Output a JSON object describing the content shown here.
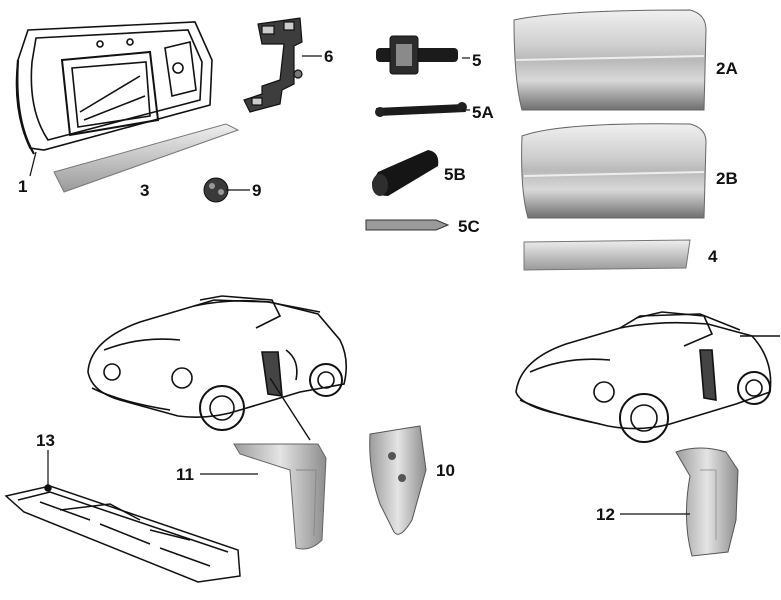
{
  "parts": [
    {
      "id": "door-shell",
      "label": "1"
    },
    {
      "id": "door-skin-a",
      "label": "2A"
    },
    {
      "id": "door-skin-b",
      "label": "2B"
    },
    {
      "id": "door-sill-strip",
      "label": "3"
    },
    {
      "id": "door-lower-strip",
      "label": "4"
    },
    {
      "id": "door-check-strap",
      "label": "5"
    },
    {
      "id": "check-arm",
      "label": "5A"
    },
    {
      "id": "rubber-buffer",
      "label": "5B"
    },
    {
      "id": "pin",
      "label": "5C"
    },
    {
      "id": "hinge",
      "label": "6"
    },
    {
      "id": "grommet",
      "label": "9"
    },
    {
      "id": "a-pillar-panel",
      "label": "10"
    },
    {
      "id": "inner-pillar-panel",
      "label": "11"
    },
    {
      "id": "rear-pillar-panel",
      "label": "12"
    },
    {
      "id": "scuttle-panel",
      "label": "13"
    }
  ],
  "colors": {
    "ink": "#111111",
    "panel_light": "#d8d8d8",
    "panel_dark": "#8a8a8a",
    "rubber": "#1a1a1a"
  }
}
